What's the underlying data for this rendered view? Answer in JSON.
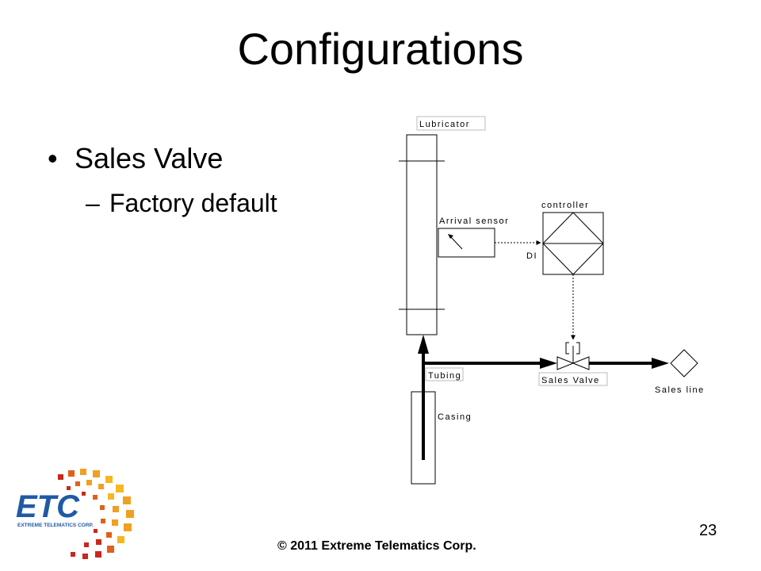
{
  "slide": {
    "title": "Configurations",
    "bullet": "Sales Valve",
    "bullet_marker": "•",
    "sub_bullet": "Factory default",
    "sub_marker": "–",
    "page_number": "23",
    "copyright": "© 2011 Extreme Telematics Corp."
  },
  "diagram": {
    "lubricator": "Lubricator",
    "arrival_sensor": "Arrival sensor",
    "controller": "controller",
    "di": "DI",
    "tubing": "Tubing",
    "casing": "Casing",
    "sales_valve": "Sales Valve",
    "sales_line": "Sales line"
  },
  "logo": {
    "text": "ETC",
    "tagline": "EXTREME TELEMATICS CORP.",
    "colors": {
      "blue": "#1f5aa6",
      "orange": "#f0a020",
      "red": "#c8281e"
    }
  }
}
